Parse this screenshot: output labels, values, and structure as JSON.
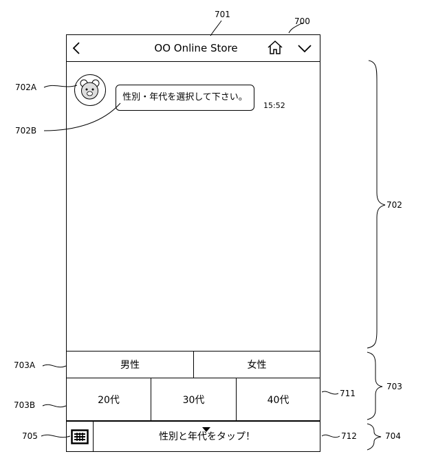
{
  "figure_labels": {
    "l700": "700",
    "l701": "701",
    "l702": "702",
    "l702A": "702A",
    "l702B": "702B",
    "l703": "703",
    "l703A": "703A",
    "l703B": "703B",
    "l704": "704",
    "l705": "705",
    "l711": "711",
    "l712": "712"
  },
  "header": {
    "back_icon": "back-chevron-icon",
    "title": "OO Online Store",
    "home_icon": "home-icon",
    "menu_icon": "chevron-down-icon"
  },
  "chat": {
    "message": "性別・年代を選択して下さい。",
    "time": "15:52",
    "avatar_icon": "bear-avatar-icon"
  },
  "gender_buttons": [
    "男性",
    "女性"
  ],
  "age_buttons": [
    "20代",
    "30代",
    "40代"
  ],
  "input_bar": {
    "keyboard_icon": "keyboard-icon",
    "prompt": "性別と年代をタップ！",
    "arrow_icon": "triangle-down-icon"
  }
}
